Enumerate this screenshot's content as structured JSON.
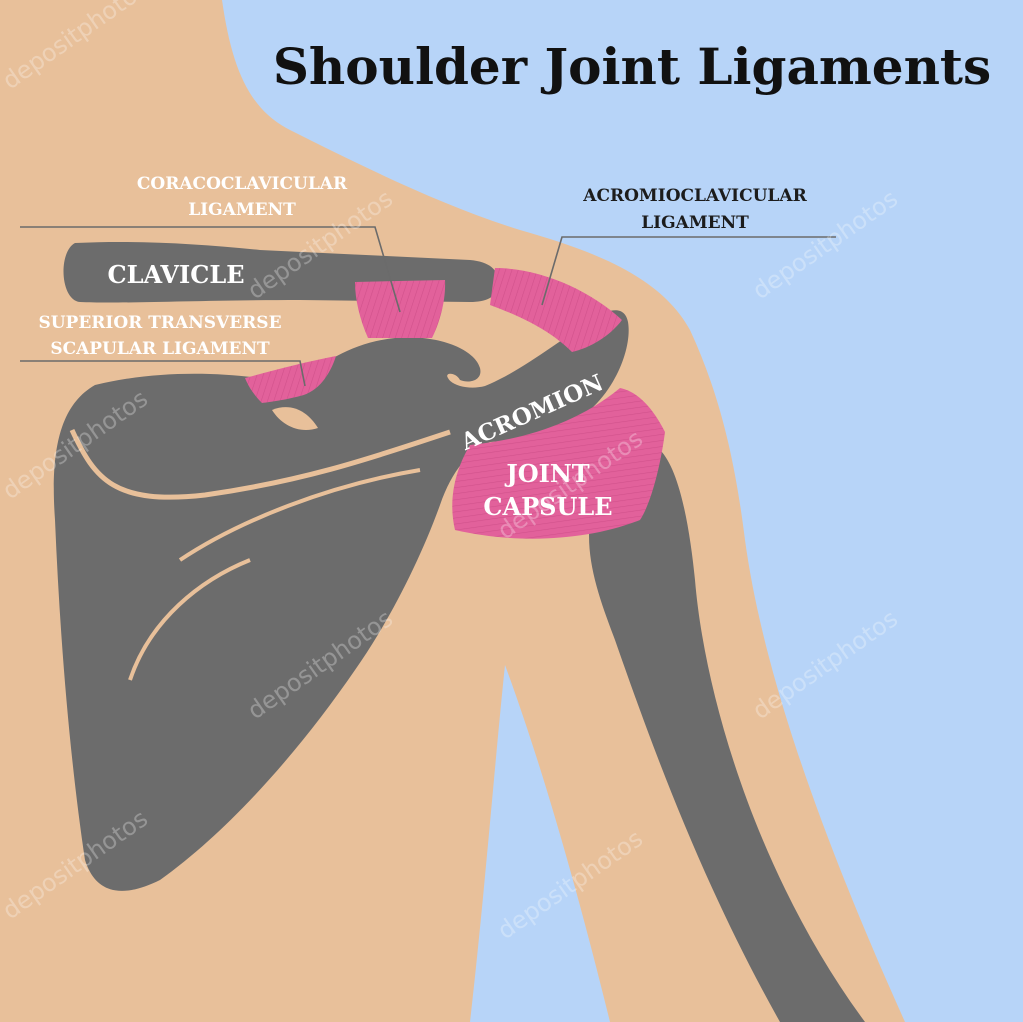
{
  "title": "Shoulder Joint Ligaments",
  "labels": {
    "coracoclavicular": [
      "CORACOCLAVICULAR",
      "LIGAMENT"
    ],
    "acromioclavicular": [
      "ACROMIOCLAVICULAR",
      "LIGAMENT"
    ],
    "clavicle": "CLAVICLE",
    "superior_transverse": [
      "SUPERIOR TRANSVERSE",
      "SCAPULAR LIGAMENT"
    ],
    "acromion": "ACROMION",
    "joint_capsule": [
      "JOINT",
      "CAPSULE"
    ]
  },
  "watermark": "depositphotos",
  "colors": {
    "background": "#b7d4f8",
    "skin": "#e8c09a",
    "bone": "#6c6c6c",
    "ligament": "#e2619b",
    "ligament_stripe": "#c94a84",
    "label": "#ffffff",
    "title": "#111111"
  }
}
